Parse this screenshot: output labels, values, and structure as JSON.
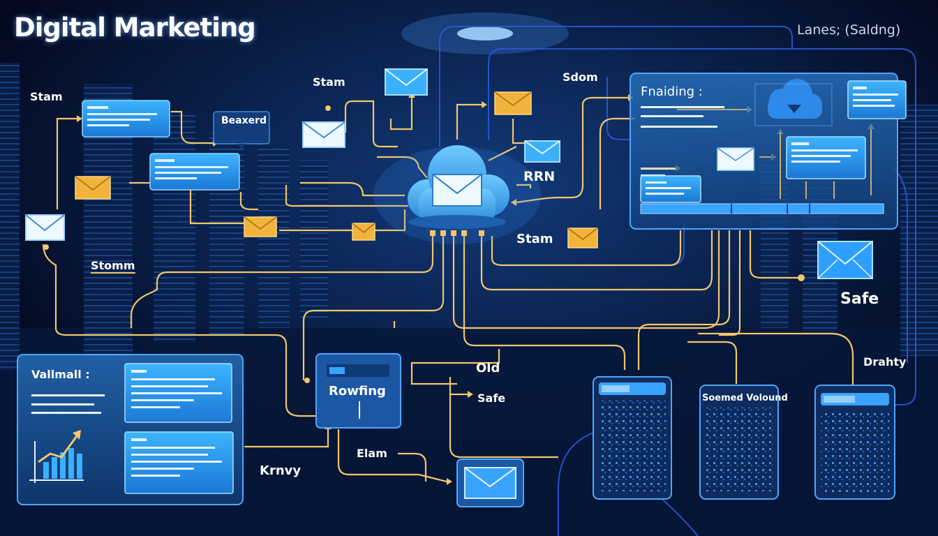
{
  "header": {
    "title": "Digital Marketing",
    "corner_label": "Lanes; (Saldng)"
  },
  "labels": {
    "stam_top_left": "Stam",
    "stam_top_mid": "Stam",
    "sdom": "Sdom",
    "boxed": "Beaxerd",
    "rrn": "RRN",
    "stam_mid": "Stam",
    "stomm": "Stomm",
    "safe_right": "Safe",
    "old": "Old",
    "safe_mid": "Safe",
    "elam": "Elam",
    "krnvy": "Krnvy",
    "drahty": "Drahty",
    "soemed_volound": "Soemed Volound"
  },
  "panels": {
    "funding_title": "Fnaiding :",
    "vallmall_title": "Vallmall :",
    "rowfing_title": "Rowfing"
  },
  "colors": {
    "background": "#04102e",
    "connector": "#f2c66d",
    "panel_fill": "#1d5da8",
    "accent_blue": "#3aa3ff",
    "envelope_gold": "#f2b33d"
  }
}
